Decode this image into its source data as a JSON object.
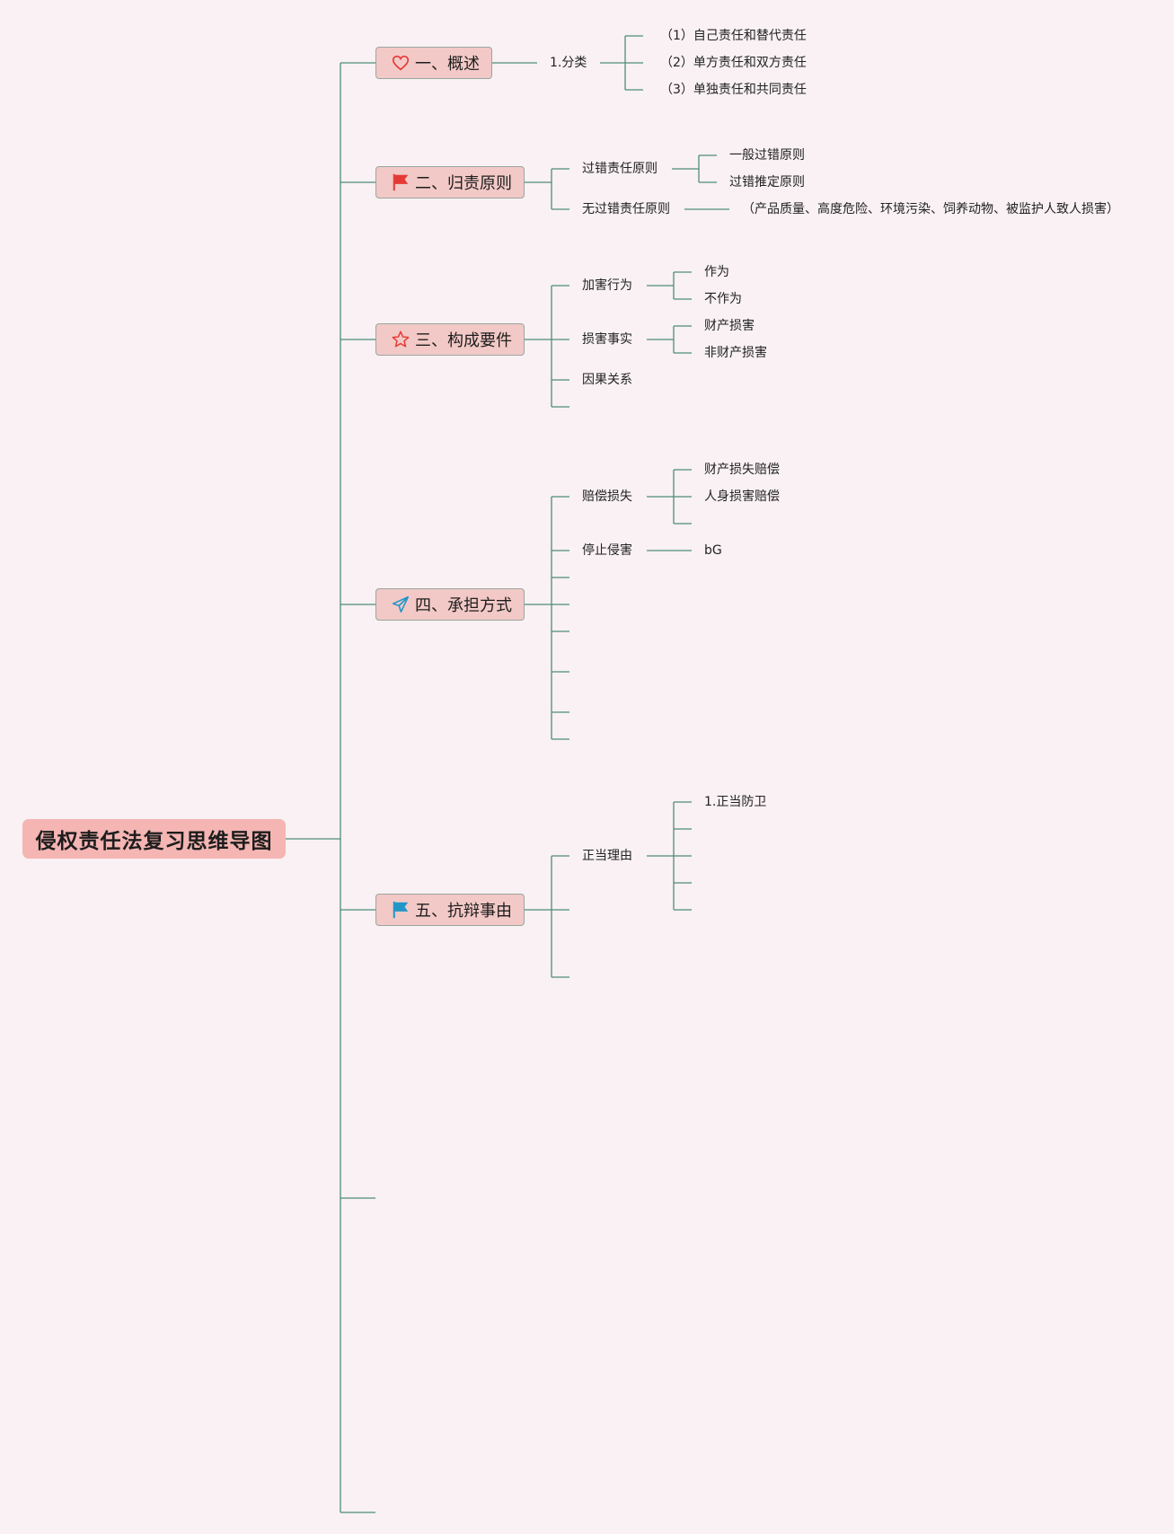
{
  "root": {
    "label": "侵权责任法复习思维导图"
  },
  "colors": {
    "background": "#f9f1f3",
    "root_fill": "#f4b5b3",
    "branch_fill": "#f2c9c6",
    "branch_border": "#9aa6a2",
    "connector": "#4f8c7a",
    "icon_red": "#e53935",
    "icon_blue": "#2196c9"
  },
  "branches": [
    {
      "label": "一、概述",
      "icon": "heart-icon",
      "children": [
        {
          "label": "1.分类",
          "children": [
            "（1）自己责任和替代责任",
            "（2）单方责任和双方责任",
            "（3）单独责任和共同责任"
          ]
        }
      ]
    },
    {
      "label": "二、归责原则",
      "icon": "flag-red-icon",
      "children": [
        {
          "label": "过错责任原则",
          "children": [
            "一般过错原则",
            "过错推定原则"
          ]
        },
        {
          "label": "无过错责任原则",
          "children": [
            "（产品质量、高度危险、环境污染、饲养动物、被监护人致人损害）"
          ]
        }
      ]
    },
    {
      "label": "三、构成要件",
      "icon": "star-icon",
      "children": [
        {
          "label": "加害行为",
          "children": [
            "作为",
            "不作为"
          ]
        },
        {
          "label": "损害事实",
          "children": [
            "财产损害",
            "非财产损害"
          ]
        },
        {
          "label": "因果关系",
          "children": []
        }
      ]
    },
    {
      "label": "四、承担方式",
      "icon": "send-icon",
      "children": [
        {
          "label": "赔偿损失",
          "children": [
            "财产损失赔偿",
            "人身损害赔偿"
          ]
        },
        {
          "label": "停止侵害",
          "children": [
            "bG"
          ]
        }
      ]
    },
    {
      "label": "五、抗辩事由",
      "icon": "flag-blue-icon",
      "children": [
        {
          "label": "正当理由",
          "children": [
            "1.正当防卫"
          ]
        }
      ]
    }
  ]
}
